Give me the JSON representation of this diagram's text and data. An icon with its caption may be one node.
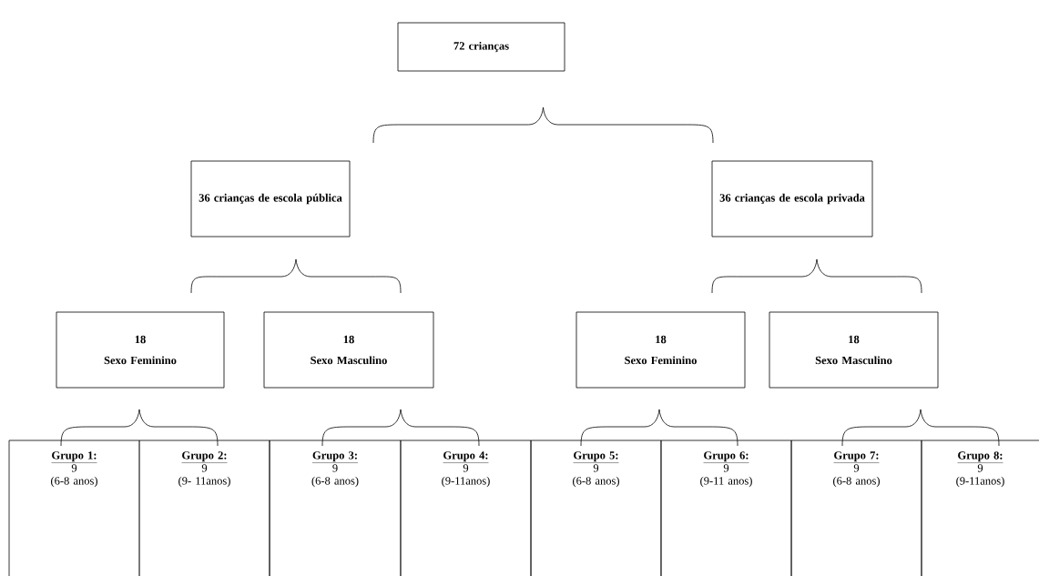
{
  "diagram": {
    "nodes": [
      {
        "text": [
          "72 crianças"
        ]
      },
      {
        "text": [
          "36 crianças de escola pública"
        ]
      },
      {
        "text": [
          "36 crianças de escola privada"
        ]
      },
      {
        "text": [
          "18",
          "Sexo Feminino"
        ]
      },
      {
        "text": [
          "18",
          "Sexo Masculino"
        ]
      },
      {
        "text": [
          "18",
          "Sexo Feminino"
        ]
      },
      {
        "text": [
          "18",
          "Sexo Masculino"
        ]
      },
      {
        "text": [
          "Grupo 1:",
          "9",
          "(6-8 anos)"
        ]
      },
      {
        "text": [
          "Grupo 2:",
          "9",
          "(9- 11anos)"
        ]
      },
      {
        "text": [
          "Grupo 3:",
          "9",
          "(6-8 anos)"
        ]
      },
      {
        "text": [
          "Grupo 4:",
          "9",
          "(9-11anos)"
        ]
      },
      {
        "text": [
          "Grupo 5:",
          "9",
          "(6-8 anos)"
        ]
      },
      {
        "text": [
          "Grupo 6:",
          "9",
          "(9-11 anos)"
        ]
      },
      {
        "text": [
          "Grupo 7:",
          "9",
          "(6-8 anos)"
        ]
      },
      {
        "text": [
          "Grupo 8:",
          "9",
          "(9-11anos)"
        ]
      }
    ]
  }
}
